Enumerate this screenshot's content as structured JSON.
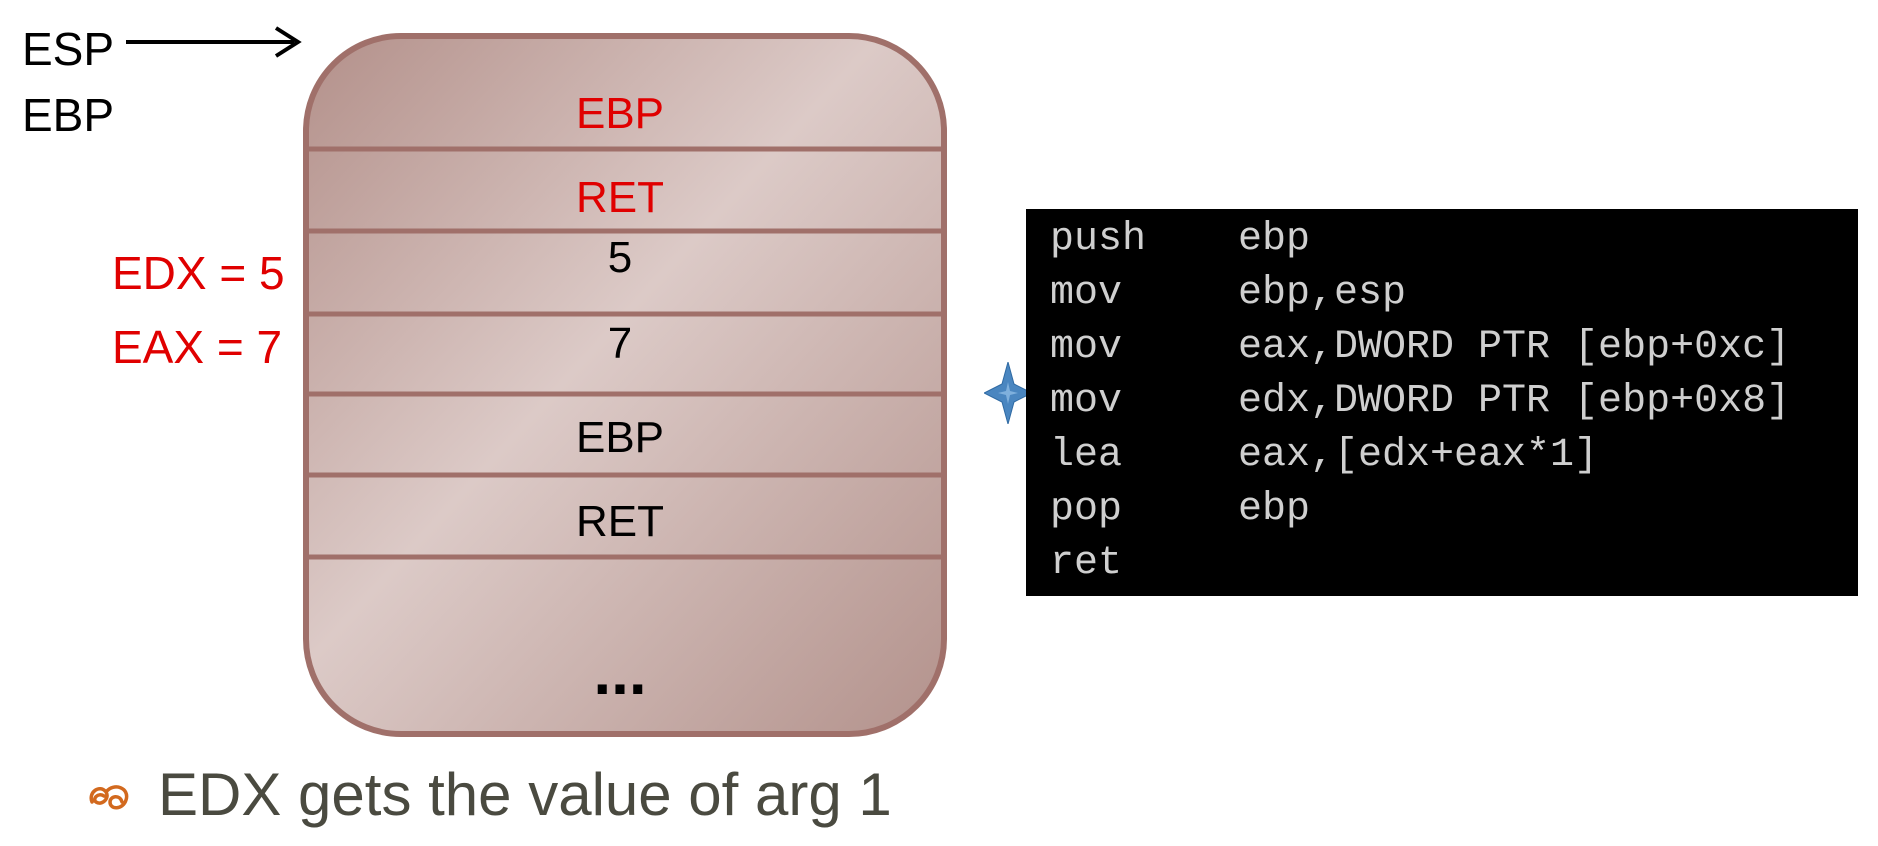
{
  "registers": {
    "esp_label": "ESP",
    "ebp_label": "EBP"
  },
  "values": {
    "edx": "EDX = 5",
    "eax": "EAX = 7"
  },
  "stack": {
    "slots": [
      {
        "text": "EBP",
        "color": "#e00000"
      },
      {
        "text": "RET",
        "color": "#e00000"
      },
      {
        "text": "5",
        "color": "#000000"
      },
      {
        "text": "7",
        "color": "#000000"
      },
      {
        "text": "EBP",
        "color": "#000000"
      },
      {
        "text": "RET",
        "color": "#000000"
      },
      {
        "text": "...",
        "color": "#000000"
      }
    ]
  },
  "code": {
    "lines": [
      {
        "op": "push",
        "args": "ebp"
      },
      {
        "op": "mov",
        "args": "ebp,esp"
      },
      {
        "op": "mov",
        "args": "eax,DWORD PTR [ebp+0xc]"
      },
      {
        "op": "mov",
        "args": "edx,DWORD PTR [ebp+0x8]"
      },
      {
        "op": "lea",
        "args": "eax,[edx+eax*1]"
      },
      {
        "op": "pop",
        "args": "ebp"
      },
      {
        "op": "ret",
        "args": ""
      }
    ],
    "current_line_marker": "star-icon"
  },
  "bullet": {
    "icon": "bullet-glyph-icon",
    "text": "EDX gets the value of arg 1"
  },
  "colors": {
    "highlight": "#e00000",
    "stack_border": "#a0706a",
    "stack_fill": "#c9aca8",
    "code_bg": "#000000",
    "star": "#4a86c0"
  }
}
